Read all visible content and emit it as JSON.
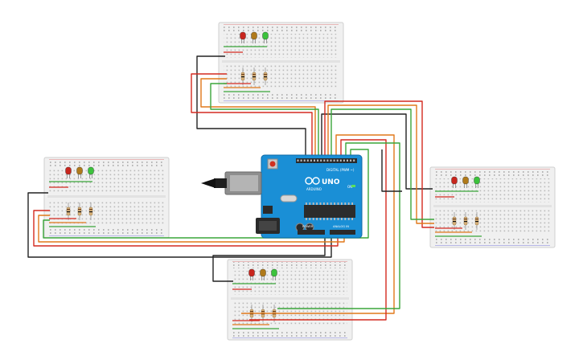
{
  "board": {
    "logo_text": "UNO",
    "brand_text": "ARDUINO",
    "digital_label": "DIGITAL (PWM ~)",
    "analog_label": "ANALOG IN",
    "power_label": "POWER",
    "on_label": "ON",
    "color": "#1a8fd6"
  },
  "colors": {
    "wire_red": "#d42a20",
    "wire_orange": "#e0781a",
    "wire_green": "#3aa53a",
    "wire_black": "#222222",
    "led_red": "#c8261e",
    "led_yellow": "#b07a1a",
    "led_green": "#3cc23c",
    "breadboard": "#f0f0f0"
  },
  "icons": {
    "usb": "usb-connector-icon",
    "power_jack": "dc-power-jack-icon",
    "reset": "reset-button-icon",
    "chip": "microcontroller-chip-icon"
  }
}
